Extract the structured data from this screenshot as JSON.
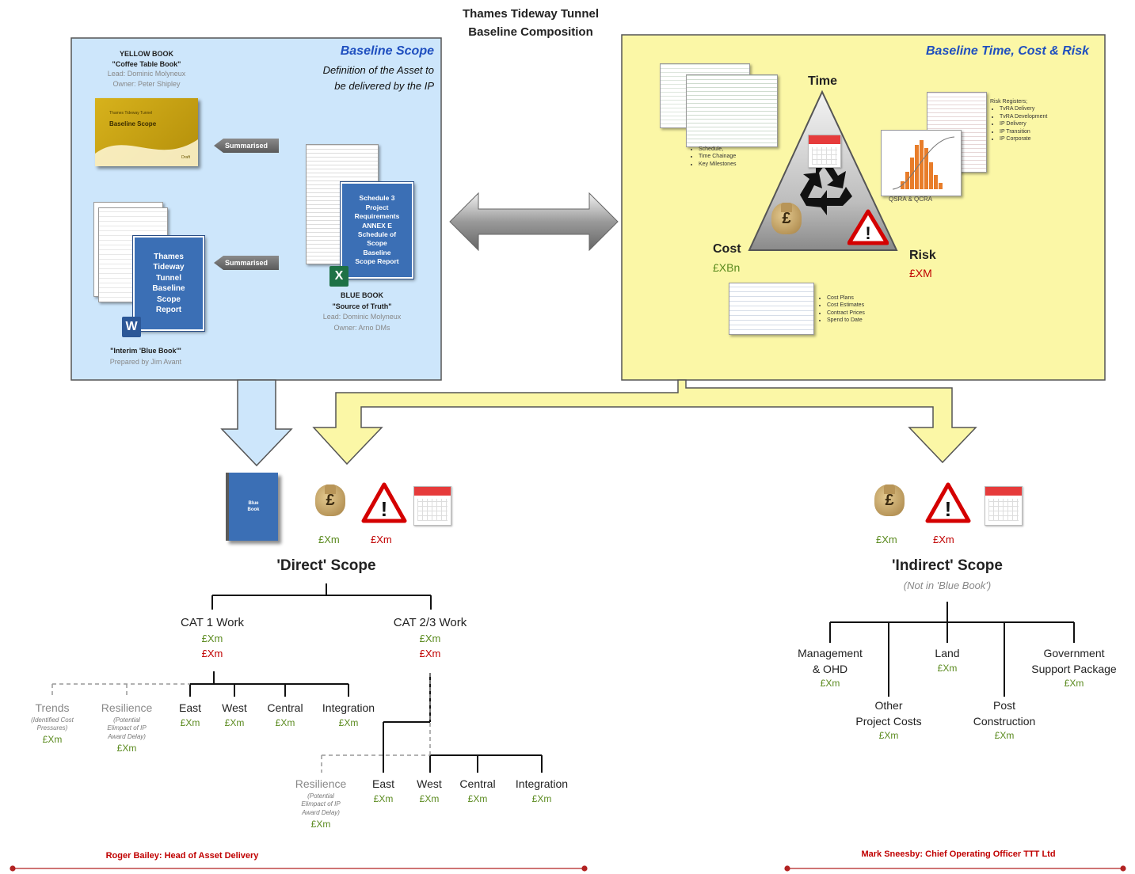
{
  "title": {
    "line1": "Thames Tideway Tunnel",
    "line2": "Baseline Composition"
  },
  "baseline_scope": {
    "heading": "Baseline Scope",
    "subheading_line1": "Definition of the Asset to",
    "subheading_line2": "be delivered by the IP",
    "yellow_book": {
      "title": "YELLOW BOOK",
      "subtitle": "\"Coffee Table Book\"",
      "lead": "Lead: Dominic Molyneux",
      "owner": "Owner: Peter Shipley",
      "cover_small": "Thames Tideway Tunnel",
      "cover_title": "Baseline Scope",
      "cover_corner": "Draft"
    },
    "summarised_1": "Summarised",
    "summarised_2": "Summarised",
    "interim_book": {
      "cover_lines": [
        "Thames",
        "Tideway",
        "Tunnel",
        "Baseline",
        "Scope",
        "Report"
      ],
      "caption": "\"Interim 'Blue Book'\"",
      "prepared": "Prepared by Jim Avant",
      "app_icon": "W"
    },
    "blue_book": {
      "cover_lines": [
        "Schedule 3",
        "Project",
        "Requirements",
        "ANNEX E",
        "Schedule of",
        "Scope",
        "Baseline",
        "Scope Report"
      ],
      "title": "BLUE BOOK",
      "subtitle": "\"Source of Truth\"",
      "lead": "Lead: Dominic Molyneux",
      "owner": "Owner: Arno DMs",
      "app_icon": "X"
    }
  },
  "baseline_tcr": {
    "heading": "Baseline Time, Cost & Risk",
    "time_label": "Time",
    "cost_label": "Cost",
    "cost_value": "£XBn",
    "risk_label": "Risk",
    "risk_value": "£XM",
    "schedule_bullets": [
      "Schedule,",
      "Time Chainage",
      "Key Milestones"
    ],
    "risk_bullets_title": "Risk Registers;",
    "risk_bullets": [
      "TvRA Delivery",
      "TvRA Development",
      "IP Delivery",
      "IP Transition",
      "IP Corporate"
    ],
    "qsra_label": "QSRA & QCRA",
    "cost_bullets": [
      "Cost Plans",
      "Cost Estimates",
      "Contract Prices",
      "Spend to Date"
    ]
  },
  "direct": {
    "book_label_1": "Blue",
    "book_label_2": "Book",
    "cost_value": "£Xm",
    "risk_value": "£Xm",
    "title": "'Direct' Scope",
    "cat1": {
      "label": "CAT 1 Work",
      "cost": "£Xm",
      "risk": "£Xm"
    },
    "cat23": {
      "label": "CAT 2/3 Work",
      "cost": "£Xm",
      "risk": "£Xm"
    },
    "cat1_children": [
      {
        "label": "Trends",
        "note1": "(Identified Cost",
        "note2": "Pressures)",
        "note3": "",
        "value": "£Xm"
      },
      {
        "label": "Resilience",
        "note1": "(Potential",
        "note2": "Elimpact of IP",
        "note3": "Award Delay)",
        "value": "£Xm"
      },
      {
        "label": "East",
        "value": "£Xm"
      },
      {
        "label": "West",
        "value": "£Xm"
      },
      {
        "label": "Central",
        "value": "£Xm"
      },
      {
        "label": "Integration",
        "value": "£Xm"
      }
    ],
    "cat23_children": [
      {
        "label": "Resilience",
        "note1": "(Potential",
        "note2": "Elimpact of IP",
        "note3": "Award Delay)",
        "value": "£Xm"
      },
      {
        "label": "East",
        "value": "£Xm"
      },
      {
        "label": "West",
        "value": "£Xm"
      },
      {
        "label": "Central",
        "value": "£Xm"
      },
      {
        "label": "Integration",
        "value": "£Xm"
      }
    ],
    "owner": "Roger Bailey:  Head of Asset Delivery"
  },
  "indirect": {
    "cost_value": "£Xm",
    "risk_value": "£Xm",
    "title": "'Indirect' Scope",
    "subtitle": "(Not in 'Blue Book')",
    "children": [
      {
        "label1": "Management",
        "label2": "& OHD",
        "value": "£Xm"
      },
      {
        "label1": "Other",
        "label2": "Project Costs",
        "value": "£Xm"
      },
      {
        "label1": "Land",
        "label2": "",
        "value": "£Xm"
      },
      {
        "label1": "Post",
        "label2": "Construction",
        "value": "£Xm"
      },
      {
        "label1": "Government",
        "label2": "Support Package",
        "value": "£Xm"
      }
    ],
    "owner": "Mark Sneesby: Chief Operating Officer TTT Ltd"
  },
  "colors": {
    "blue_panel": "#cde6fb",
    "yellow_panel": "#fbf7a6",
    "cost_green": "#5a8a1e",
    "risk_red": "#c00000",
    "heading_blue": "#1f4fbf"
  }
}
